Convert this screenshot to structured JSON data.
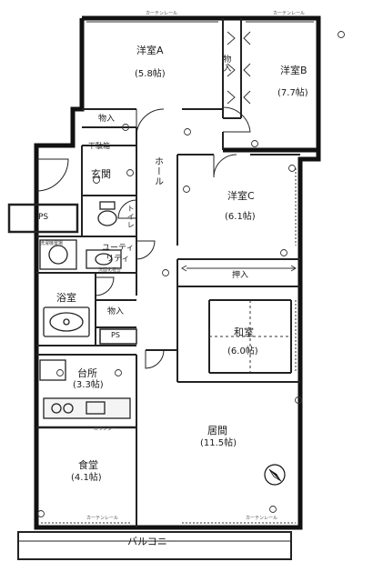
{
  "rooms": {
    "western_a": {
      "name": "洋室A",
      "area": "(5.8帖)"
    },
    "western_b": {
      "name": "洋室B",
      "area": "(7.7帖)"
    },
    "western_c": {
      "name": "洋室C",
      "area": "(6.1帖)"
    },
    "japanese": {
      "name": "和室",
      "area": "(6.0帖)"
    },
    "kitchen": {
      "name": "台所",
      "area": "(3.3帖)"
    },
    "living": {
      "name": "居間",
      "area": "(11.5帖)"
    },
    "dining": {
      "name": "食堂",
      "area": "(4.1帖)"
    }
  },
  "labels": {
    "storage_top": "物入",
    "storage_vertical": "物入",
    "storage_bath": "物入",
    "shoe_box": "下駄箱",
    "entrance": "玄関",
    "hall": "ホール",
    "ps_left": "PS",
    "ps_bottom": "PS",
    "toilet": "トイレ",
    "utility_1": "ユーティ",
    "utility_2": "リティ",
    "washer": "洗濯機置場",
    "washbasin": "洗面化粧台",
    "bath": "浴室",
    "closet": "押入",
    "balcony": "バルコニー",
    "counter": "カウンター",
    "curtain_rail": "カーテンレール"
  },
  "icons": {
    "compass": "north-arrow-icon"
  }
}
